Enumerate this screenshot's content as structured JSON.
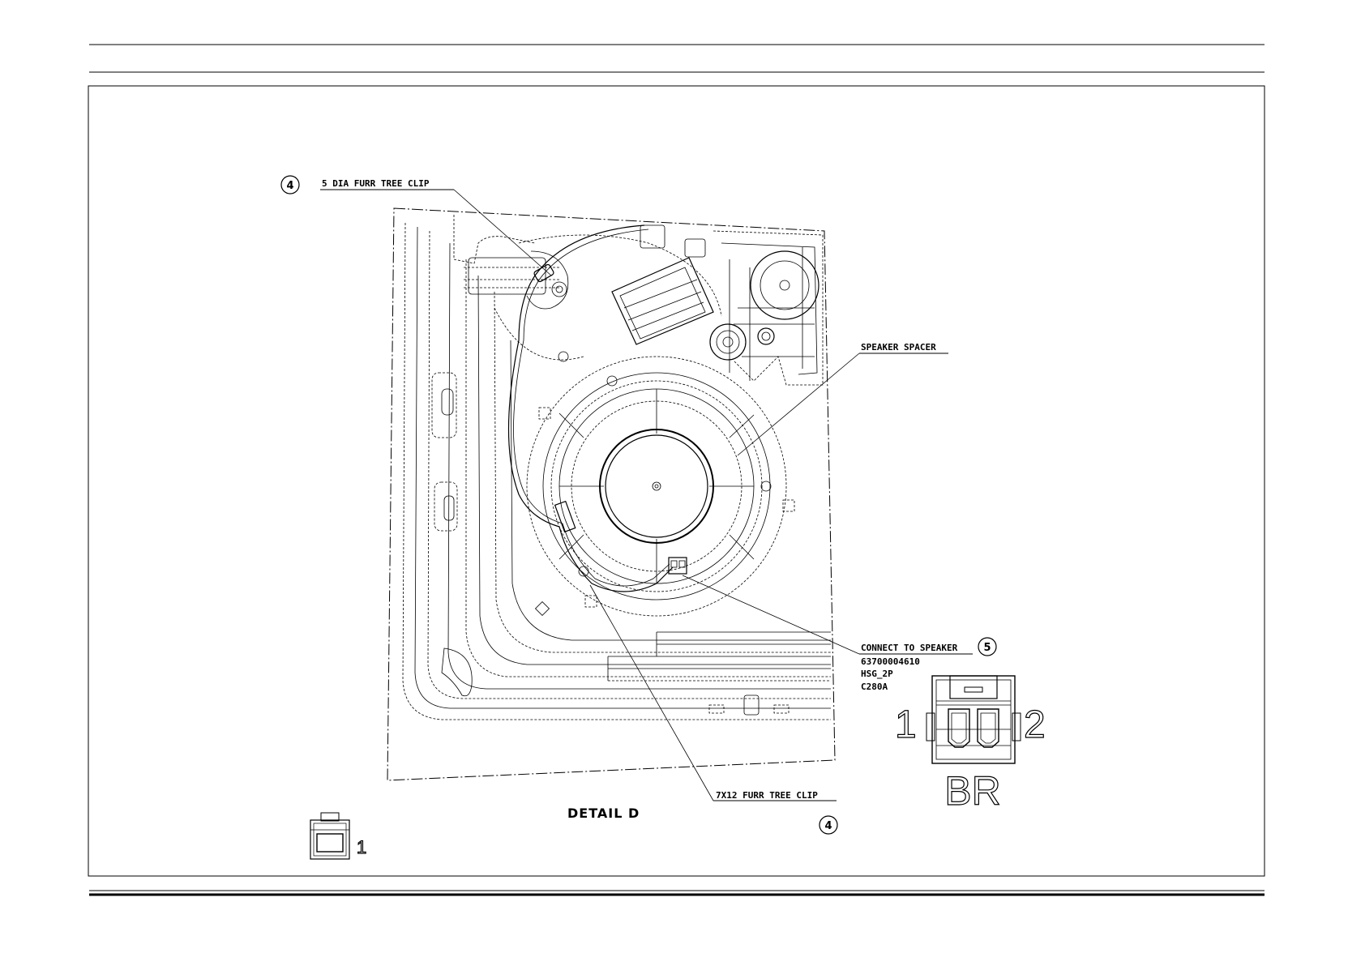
{
  "callouts": {
    "top_clip": {
      "number": "4",
      "label": "5 DIA FURR TREE CLIP"
    },
    "spacer": {
      "label": "SPEAKER SPACER"
    },
    "connect": {
      "label": "CONNECT TO SPEAKER",
      "number": "5",
      "part_number": "63700004610",
      "housing": "HSG_2P",
      "connector_id": "C280A"
    },
    "bottom_clip": {
      "number": "4",
      "label": "7X12 FURR TREE CLIP"
    }
  },
  "detail_title": "DETAIL D",
  "connector_view": {
    "pin_left": "1",
    "pin_right": "2",
    "color_code": "BR"
  },
  "small_connector": {
    "pin": "1"
  }
}
